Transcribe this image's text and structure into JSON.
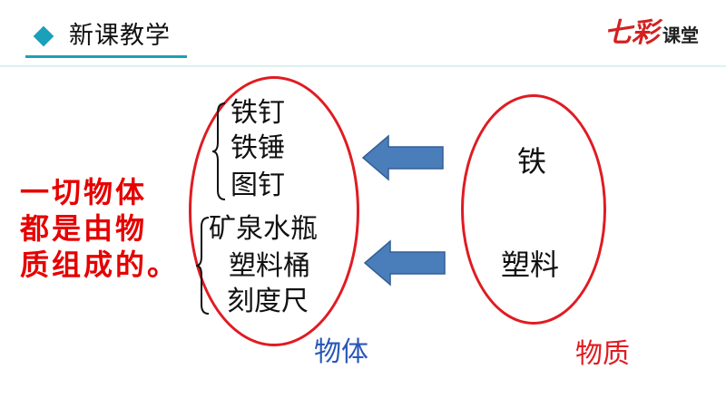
{
  "header": {
    "title": "新课教学",
    "logo_symbol": "七彩",
    "logo_text": "课堂",
    "accent_color": "#1aa0b8"
  },
  "conclusion": {
    "lines": [
      "一切物体",
      "都是由物",
      "质组成的。"
    ],
    "color": "#e60000"
  },
  "objects": {
    "group_iron": [
      "铁钉",
      "铁锤",
      "图钉"
    ],
    "group_plastic": [
      "矿泉水瓶",
      "塑料桶",
      "刻度尺"
    ]
  },
  "materials": [
    "铁",
    "塑料"
  ],
  "labels": {
    "objects_label": "物体",
    "materials_label": "物质"
  },
  "colors": {
    "oval": "#e01b22",
    "arrow": "#4a7ebb",
    "objects_label": "#2a56b8",
    "materials_label": "#e01b22"
  }
}
